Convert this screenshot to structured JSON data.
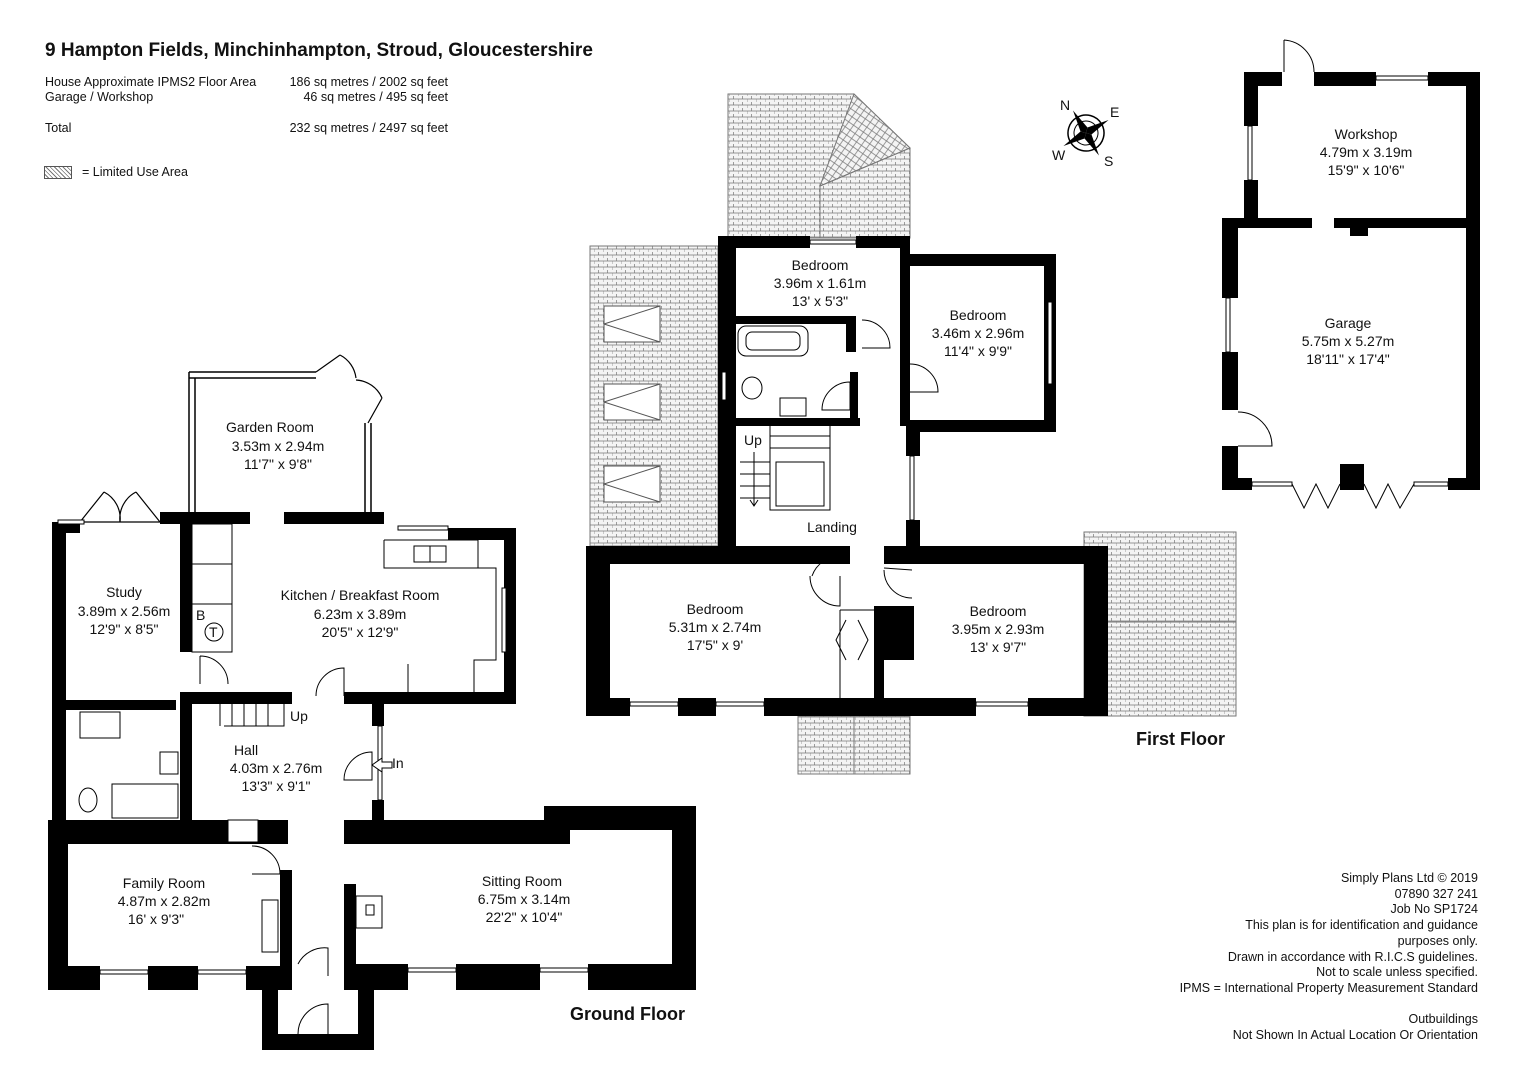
{
  "title": "9 Hampton Fields, Minchinhampton, Stroud, Gloucestershire",
  "areas": [
    {
      "label": "House Approximate IPMS2 Floor Area",
      "value": "186 sq metres / 2002 sq feet"
    },
    {
      "label": "Garage / Workshop",
      "value": "46 sq metres /   495 sq feet"
    },
    {
      "label": "Total",
      "value": "232 sq metres / 2497 sq feet"
    }
  ],
  "legend": {
    "label": "= Limited Use Area"
  },
  "compass": {
    "n": "N",
    "e": "E",
    "s": "S",
    "w": "W"
  },
  "floors": {
    "ground": "Ground Floor",
    "first": "First Floor"
  },
  "rooms": {
    "garden_room": {
      "name": "Garden Room",
      "metric": "3.53m x 2.94m",
      "imperial": "11'7\" x 9'8\""
    },
    "study": {
      "name": "Study",
      "metric": "3.89m x 2.56m",
      "imperial": "12'9\" x 8'5\""
    },
    "kitchen": {
      "name": "Kitchen / Breakfast Room",
      "metric": "6.23m x 3.89m",
      "imperial": "20'5\" x 12'9\""
    },
    "hall": {
      "name": "Hall",
      "metric": "4.03m x 2.76m",
      "imperial": "13'3\" x 9'1\""
    },
    "family_room": {
      "name": "Family Room",
      "metric": "4.87m x 2.82m",
      "imperial": "16' x 9'3\""
    },
    "sitting_room": {
      "name": "Sitting Room",
      "metric": "6.75m x 3.14m",
      "imperial": "22'2\" x 10'4\""
    },
    "bedroom_top": {
      "name": "Bedroom",
      "metric": "3.96m x 1.61m",
      "imperial": "13' x 5'3\""
    },
    "bedroom_right": {
      "name": "Bedroom",
      "metric": "3.46m x 2.96m",
      "imperial": "11'4\" x 9'9\""
    },
    "bedroom_left": {
      "name": "Bedroom",
      "metric": "5.31m x 2.74m",
      "imperial": "17'5\" x 9'"
    },
    "bedroom_lower_right": {
      "name": "Bedroom",
      "metric": "3.95m x 2.93m",
      "imperial": "13' x 9'7\""
    },
    "landing": {
      "name": "Landing"
    },
    "workshop": {
      "name": "Workshop",
      "metric": "4.79m x 3.19m",
      "imperial": "15'9\" x 10'6\""
    },
    "garage": {
      "name": "Garage",
      "metric": "5.75m x 5.27m",
      "imperial": "18'11\" x 17'4\""
    }
  },
  "markers": {
    "up_ground": "Up",
    "in": "In",
    "up_first": "Up",
    "boiler": "B",
    "tank": "T"
  },
  "notes": {
    "company": "Simply Plans Ltd © 2019",
    "phone": "07890 327 241",
    "job": "Job No SP1724",
    "line1": "This plan is for identification and guidance",
    "line2": "purposes only.",
    "line3": "Drawn in accordance with R.I.C.S guidelines.",
    "line4": "Not to scale unless specified.",
    "line5": "IPMS = International Property Measurement Standard",
    "outbuildings": "Outbuildings",
    "orientation": "Not Shown In Actual Location Or Orientation"
  }
}
